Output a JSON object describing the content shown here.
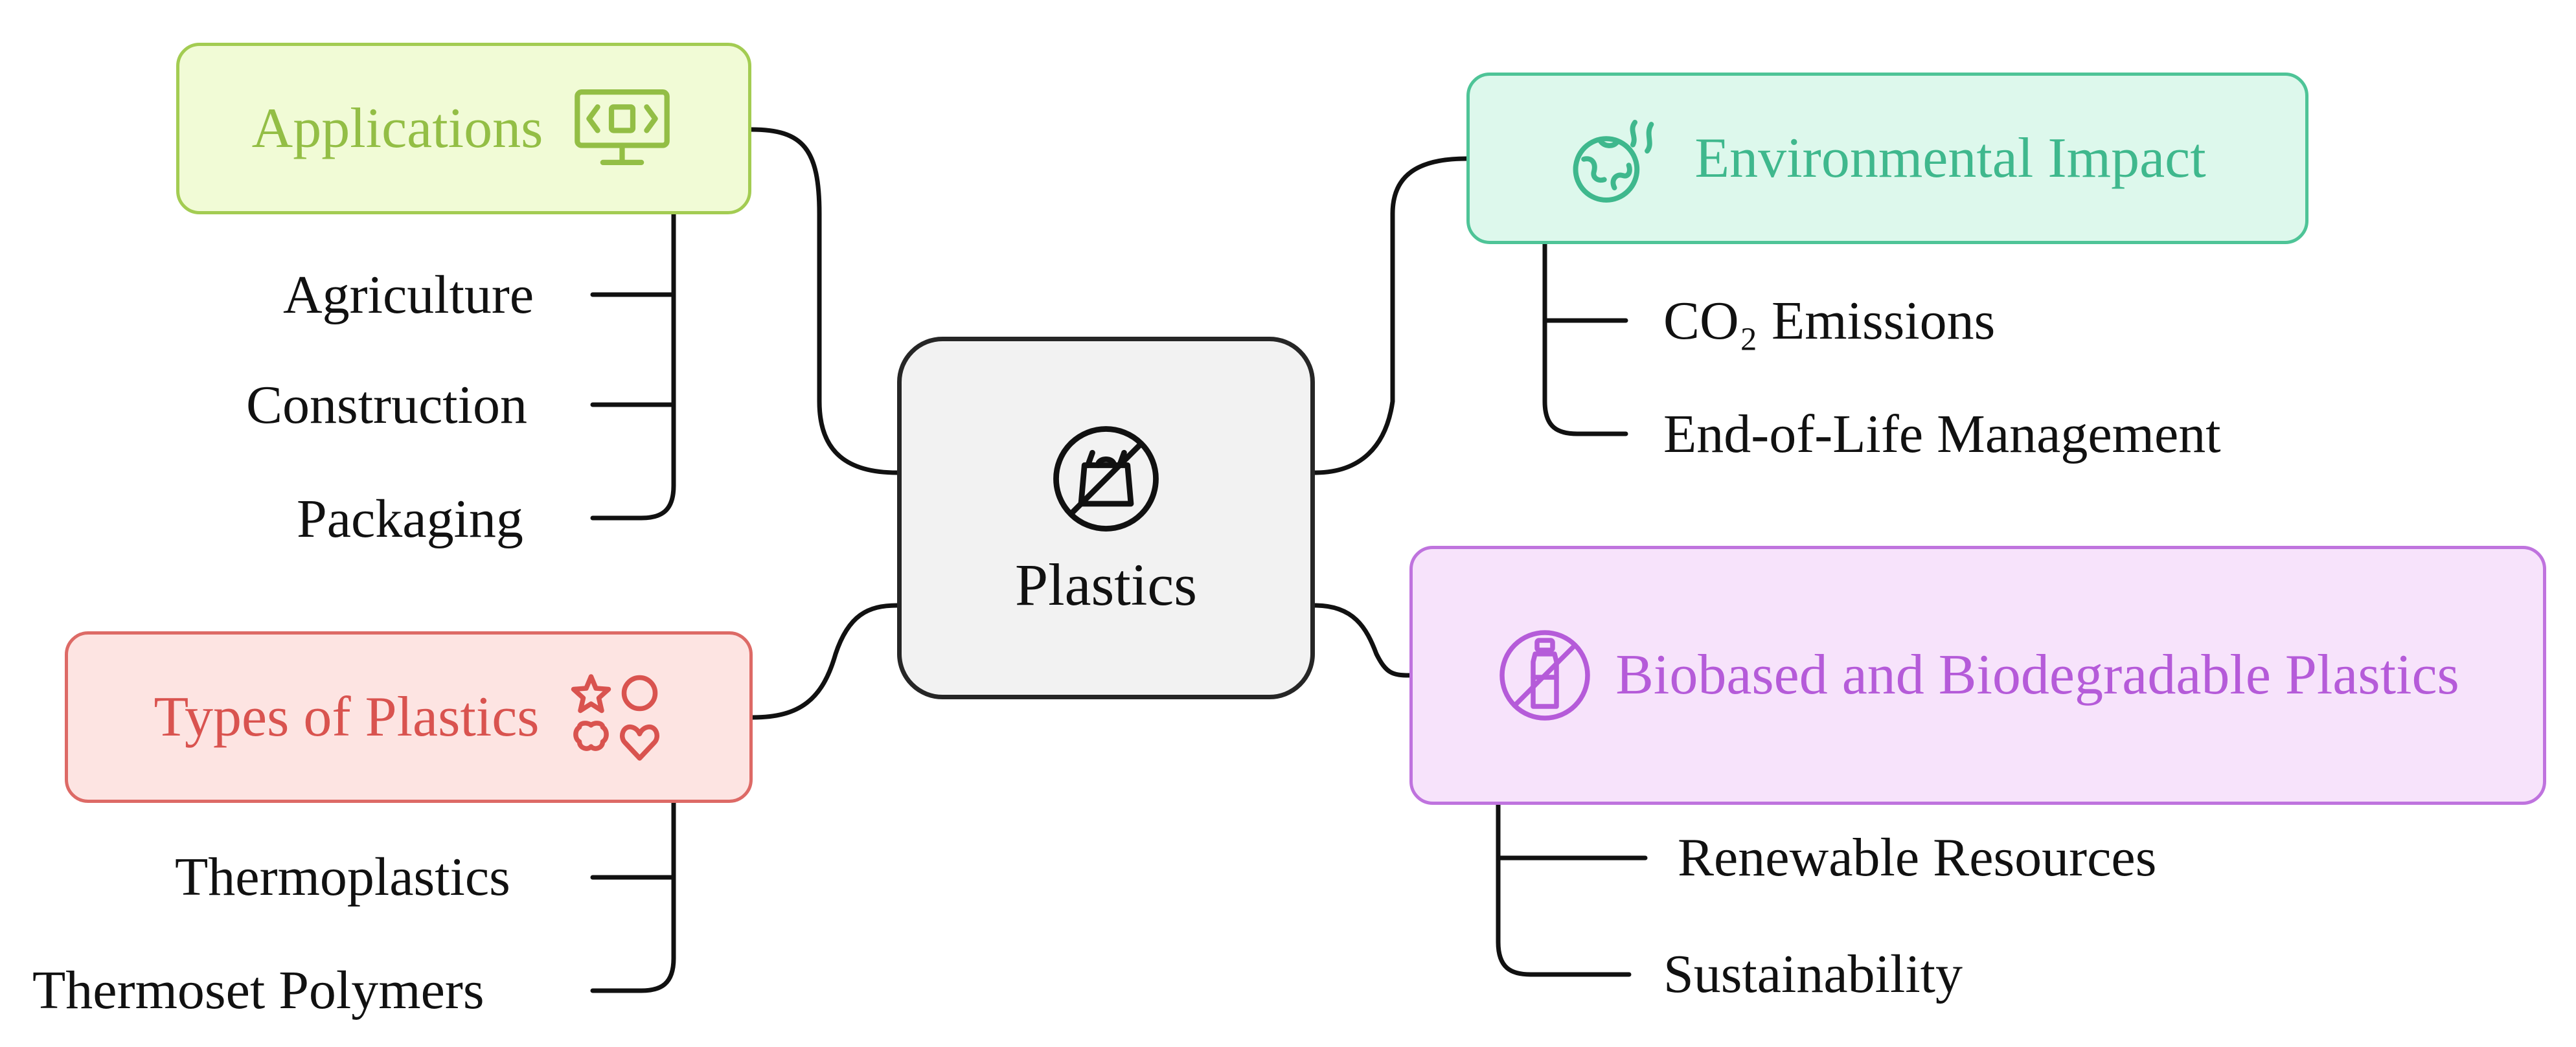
{
  "center": {
    "label": "Plastics",
    "icon": "no-plastic-bag-icon",
    "border_color": "#262626",
    "fill_color": "#f2f2f2"
  },
  "branches": {
    "applications": {
      "label": "Applications",
      "icon": "monitor-code-icon",
      "color": "#93be45",
      "fill": "#f1fbd6",
      "children": [
        "Agriculture",
        "Construction",
        "Packaging"
      ]
    },
    "types": {
      "label": "Types of Plastics",
      "icon": "shapes-icon",
      "color": "#d9534f",
      "fill": "#fde4e2",
      "children": [
        "Thermoplastics",
        "Thermoset Polymers"
      ]
    },
    "environmental": {
      "label": "Environmental Impact",
      "icon": "planet-emission-icon",
      "color": "#3fb88d",
      "fill": "#ddf8ec",
      "children": [
        "CO₂ Emissions",
        "End-of-Life Management"
      ]
    },
    "biobased": {
      "label": "Biobased and Biodegradable Plastics",
      "icon": "no-plastic-bottle-icon",
      "color": "#b55bd9",
      "fill": "#f7e3fb",
      "children": [
        "Renewable Resources",
        "Sustainability"
      ]
    }
  },
  "connector_color": "#111111"
}
